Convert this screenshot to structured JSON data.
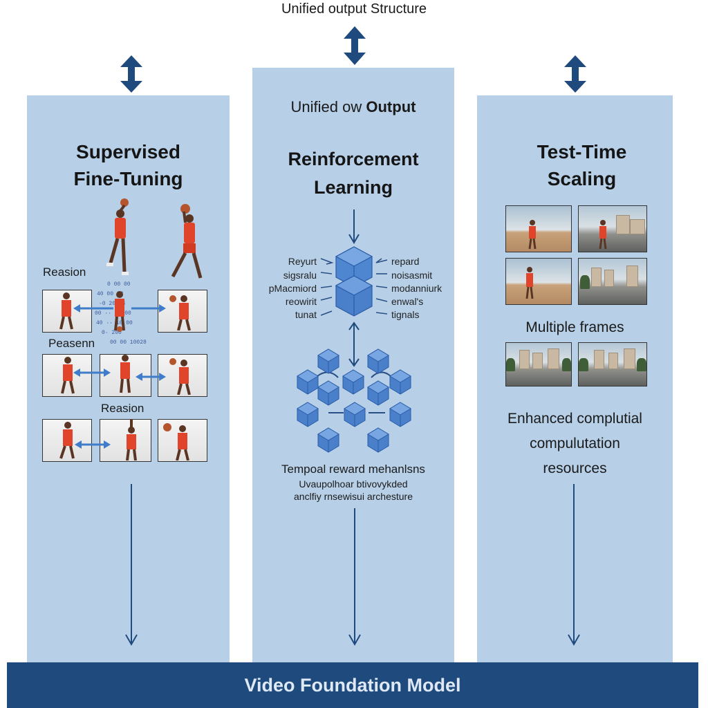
{
  "header": {
    "title": "Unified output Structure"
  },
  "columns": {
    "left": {
      "title_line1": "Supervised",
      "title_line2": "Fine-Tuning",
      "labels": [
        "Reasion",
        "Peasenn",
        "Reasion"
      ]
    },
    "middle": {
      "top_label_light": "Unified ow",
      "top_label_bold": "Output",
      "title_line1": "Reinforcement",
      "title_line2": "Learning",
      "left_signals": [
        "Reyurt",
        "sigsralu",
        "pMacmiord",
        "reowirit",
        "tunat"
      ],
      "right_signals": [
        "repard",
        "noisasmit",
        "modanniurk",
        "enwal's",
        "tignals"
      ],
      "caption_line1": "Tempoal reward mehanlsns",
      "caption_line2": "Uvaupolhoar btivovykded",
      "caption_line3": "anclfiy rnsewisui archesture"
    },
    "right": {
      "title_line1": "Test-Time",
      "title_line2": "Scaling",
      "frames_label": "Multiple frames",
      "desc_line1": "Enhanced complutial",
      "desc_line2": "compulutation",
      "desc_line3": "resources"
    }
  },
  "footer": {
    "label": "Video Foundation Model"
  },
  "colors": {
    "column_bg": "#b7d0e8",
    "arrow_dark": "#1f4a7e",
    "footer_bg": "#1f4a7e",
    "cube_blue": "#4c7fc9",
    "player_jersey": "#e0452b"
  },
  "icons": [
    "double-arrow-icon",
    "down-arrow-icon",
    "cube-icon",
    "basketball-player-icon"
  ]
}
